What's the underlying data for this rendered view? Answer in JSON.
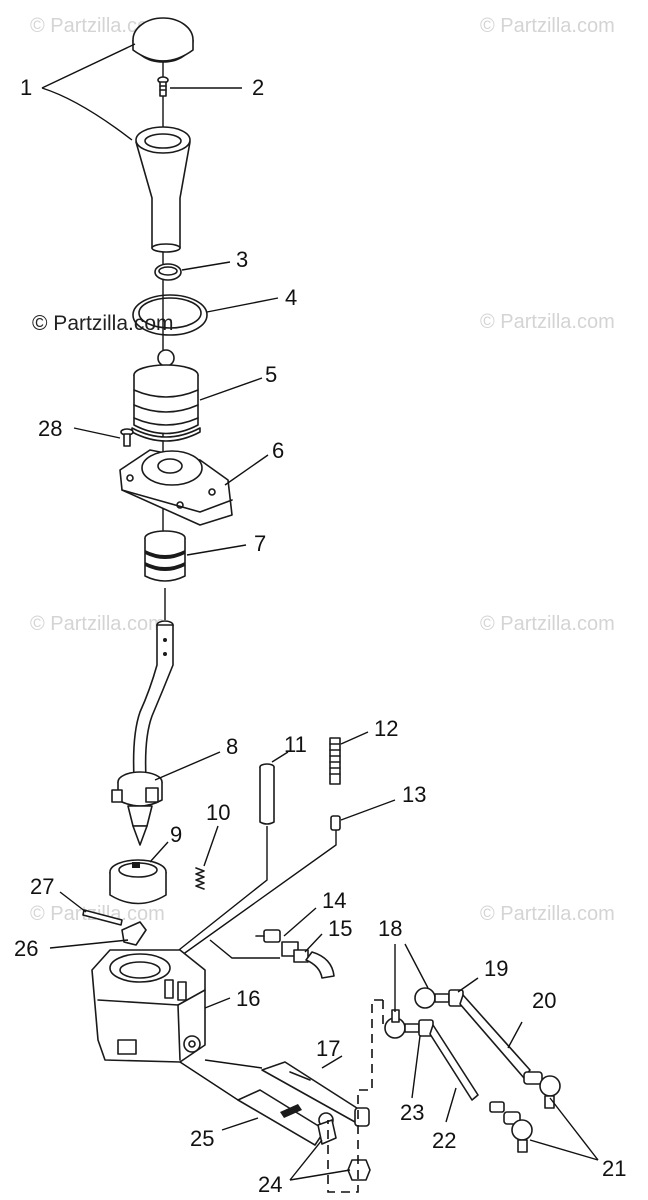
{
  "watermarks": {
    "w1": "© Partzilla.com",
    "w2": "© Partzilla.com",
    "w3": "© Partzilla.com",
    "w4": "© Partzilla.com",
    "w5": "© Partzilla.com",
    "w6": "© Partzilla.com",
    "w7": "© Partzilla.com",
    "w8": "© Partzilla.com"
  },
  "callouts": {
    "c1": "1",
    "c2": "2",
    "c3": "3",
    "c4": "4",
    "c5": "5",
    "c6": "6",
    "c7": "7",
    "c8": "8",
    "c9": "9",
    "c10": "10",
    "c11": "11",
    "c12": "12",
    "c13": "13",
    "c14": "14",
    "c15": "15",
    "c16": "16",
    "c17": "17",
    "c18": "18",
    "c19": "19",
    "c20": "20",
    "c21": "21",
    "c22": "22",
    "c23": "23",
    "c24": "24",
    "c25": "25",
    "c26": "26",
    "c27": "27",
    "c28": "28"
  }
}
